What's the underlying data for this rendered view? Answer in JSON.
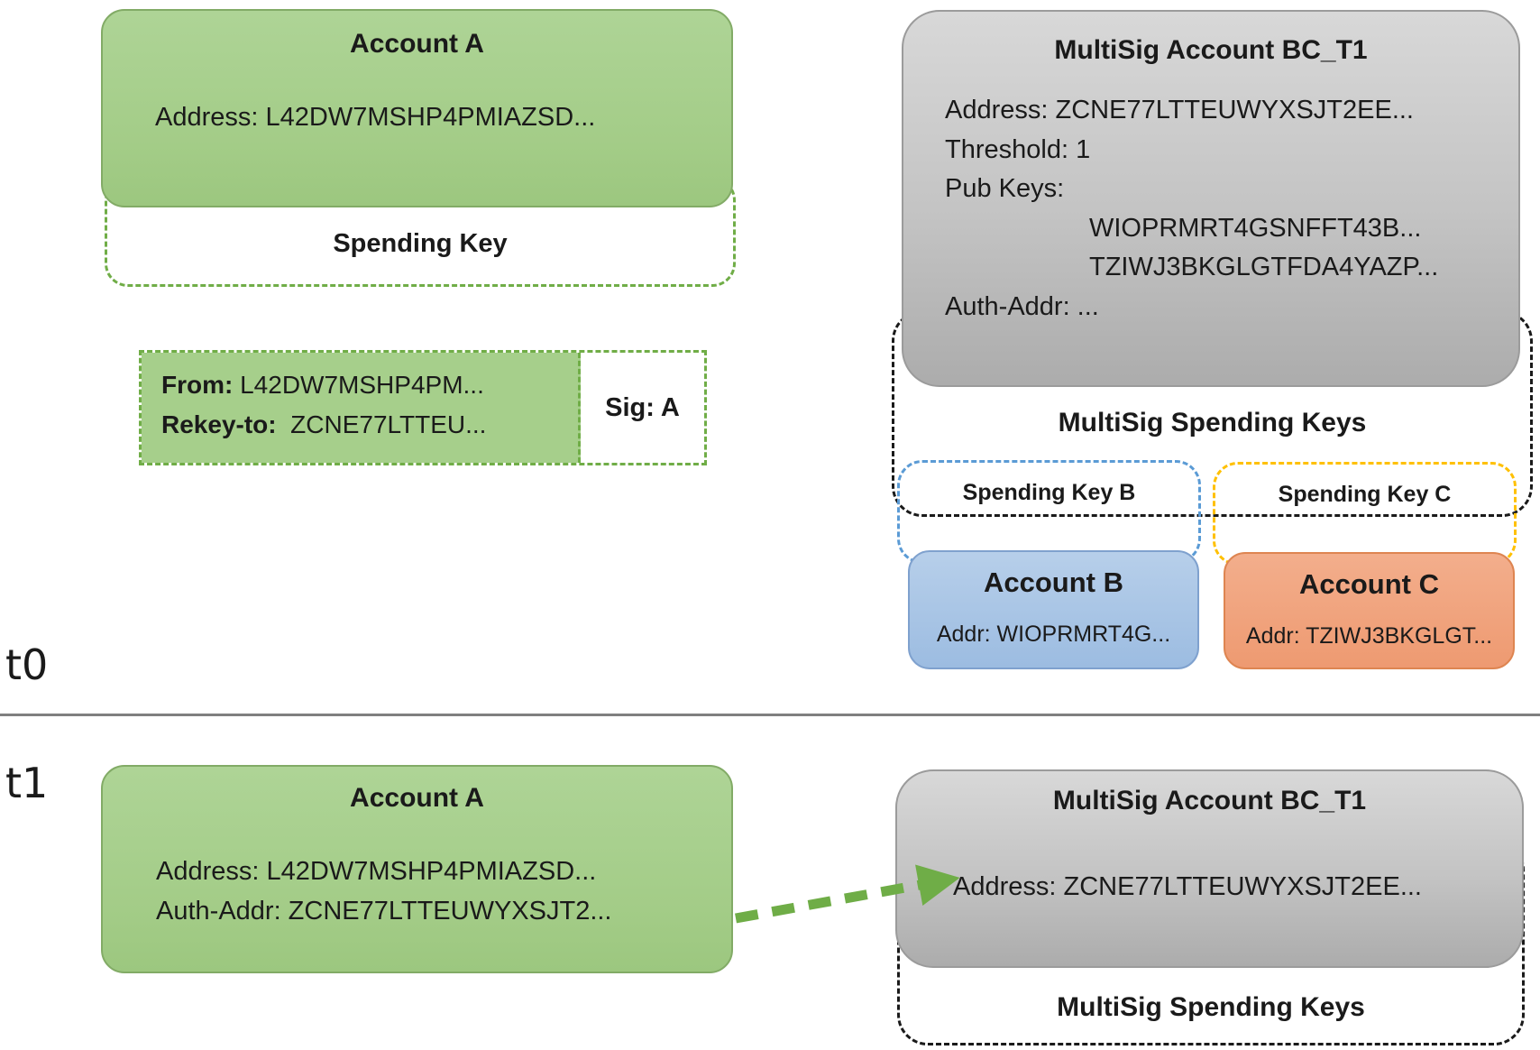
{
  "t0": {
    "label": "t0",
    "account_a": {
      "title": "Account A",
      "address": "Address: L42DW7MSHP4PMIAZSD...",
      "spending_key_label": "Spending Key"
    },
    "rekey_txn": {
      "from_label": "From:",
      "from_value": " L42DW7MSHP4PM...",
      "rekey_label": "Rekey-to:",
      "rekey_value": "  ZCNE77LTTEU...",
      "sig": "Sig: A"
    },
    "multisig": {
      "title": "MultiSig Account BC_T1",
      "address": "Address: ZCNE77LTTEUWYXSJT2EE...",
      "threshold": "Threshold: 1",
      "pub_keys_label": "Pub Keys:",
      "pub_keys": [
        "WIOPRMRT4GSNFFT43B...",
        "TZIWJ3BKGLGTFDA4YAZP..."
      ],
      "auth_addr": "Auth-Addr: ...",
      "spending_keys_heading": "MultiSig Spending Keys"
    },
    "spending_key_b": {
      "label": "Spending Key B"
    },
    "spending_key_c": {
      "label": "Spending Key C"
    },
    "account_b": {
      "title": "Account B",
      "addr": "Addr: WIOPRMRT4G..."
    },
    "account_c": {
      "title": "Account C",
      "addr": "Addr: TZIWJ3BKGLGT..."
    }
  },
  "t1": {
    "label": "t1",
    "account_a": {
      "title": "Account A",
      "address": "Address: L42DW7MSHP4PMIAZSD...",
      "auth_addr": "Auth-Addr: ZCNE77LTTEUWYXSJT2..."
    },
    "multisig": {
      "title": "MultiSig Account BC_T1",
      "address": "Address: ZCNE77LTTEUWYXSJT2EE...",
      "spending_keys_heading": "MultiSig Spending Keys"
    }
  },
  "colors": {
    "green_fill": "#a6cf8b",
    "green_border": "#82ab66",
    "green_dash": "#70ad47",
    "arrow_green": "#6fad47",
    "gray_fill_top": "#d8d8d8",
    "gray_fill_bottom": "#acacac",
    "blue_fill": "#a9c4e6",
    "blue_dash": "#5b9bd5",
    "orange_fill": "#f1a57f",
    "yellow_dash": "#ffc000",
    "black_dash": "#1a1a1a",
    "divider_gray": "#7f7f7f"
  }
}
